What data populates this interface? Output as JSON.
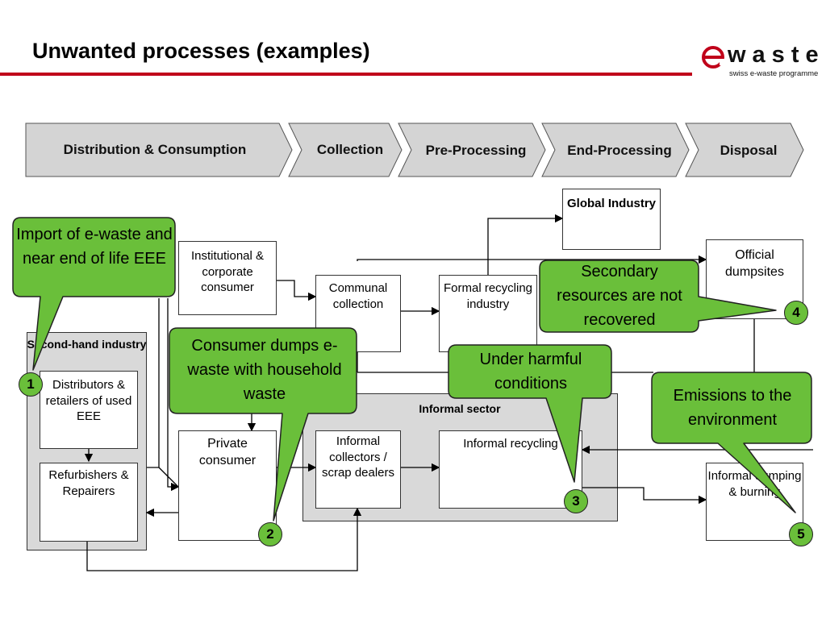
{
  "title": "Unwanted processes (examples)",
  "logo": {
    "name": "ewaste",
    "tagline": "swiss e-waste programme"
  },
  "stages": [
    "Distribution & Consumption",
    "Collection",
    "Pre-Processing",
    "End-Processing",
    "Disposal"
  ],
  "boxes": {
    "global_industry": "Global Industry",
    "official_dumpsites": "Official dumpsites",
    "institutional": "Institutional & corporate consumer",
    "communal": "Communal collection",
    "formal": "Formal recycling industry",
    "second_hand": "Second-hand industry",
    "distributors": "Distributors & retailers of used EEE",
    "refurbishers": "Refurbishers & Repairers",
    "private": "Private consumer",
    "informal_sector": "Informal sector",
    "informal_collectors": "Informal collectors / scrap dealers",
    "informal_recycling": "Informal recycling",
    "informal_dumping": "Informal dumping & burning"
  },
  "callouts": {
    "c1": "Import of e-waste and near end of life EEE",
    "c2": "Consumer dumps e-waste with household waste",
    "c3": "Under harmful conditions",
    "c4": "Secondary resources are not recovered",
    "c5": "Emissions to the environment"
  },
  "badges": [
    "1",
    "2",
    "3",
    "4",
    "5"
  ],
  "colors": {
    "accent_red": "#c0001a",
    "callout_green": "#6abf3a",
    "stage_gray": "#d4d4d4"
  }
}
